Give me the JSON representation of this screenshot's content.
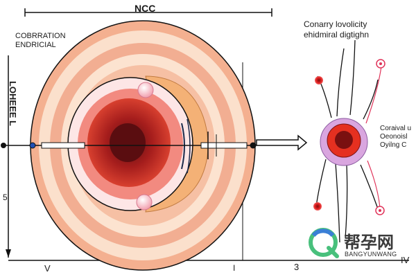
{
  "labels": {
    "top": "NCC",
    "upper_left": [
      "COBRRATION",
      "ENDRICIAL"
    ],
    "vertical_left": "LOHEEE L",
    "left_mid": "5",
    "right_top": [
      "Conarry lovolicity",
      "ehidmiral digtighn"
    ],
    "right_mid": [
      "Coraival u",
      "Oeonoisl",
      "Oyilng C"
    ],
    "bottom": [
      "V",
      "I",
      "3",
      "IV"
    ]
  },
  "watermark": {
    "text": "帮孕网",
    "sub": "BANGYUNWANG"
  },
  "colors": {
    "outer_ring": "#f4b090",
    "ring_light": "#fbe0cc",
    "ring_mid": "#f1a98e",
    "core_dark": "#6e1414",
    "core_red": "#c0271f",
    "lens": "#f4b176",
    "node_red": "#e01e1e",
    "node_pink": "#c98ad4",
    "wm_green": "#48c07c",
    "wm_blue": "#3a7fd6"
  }
}
